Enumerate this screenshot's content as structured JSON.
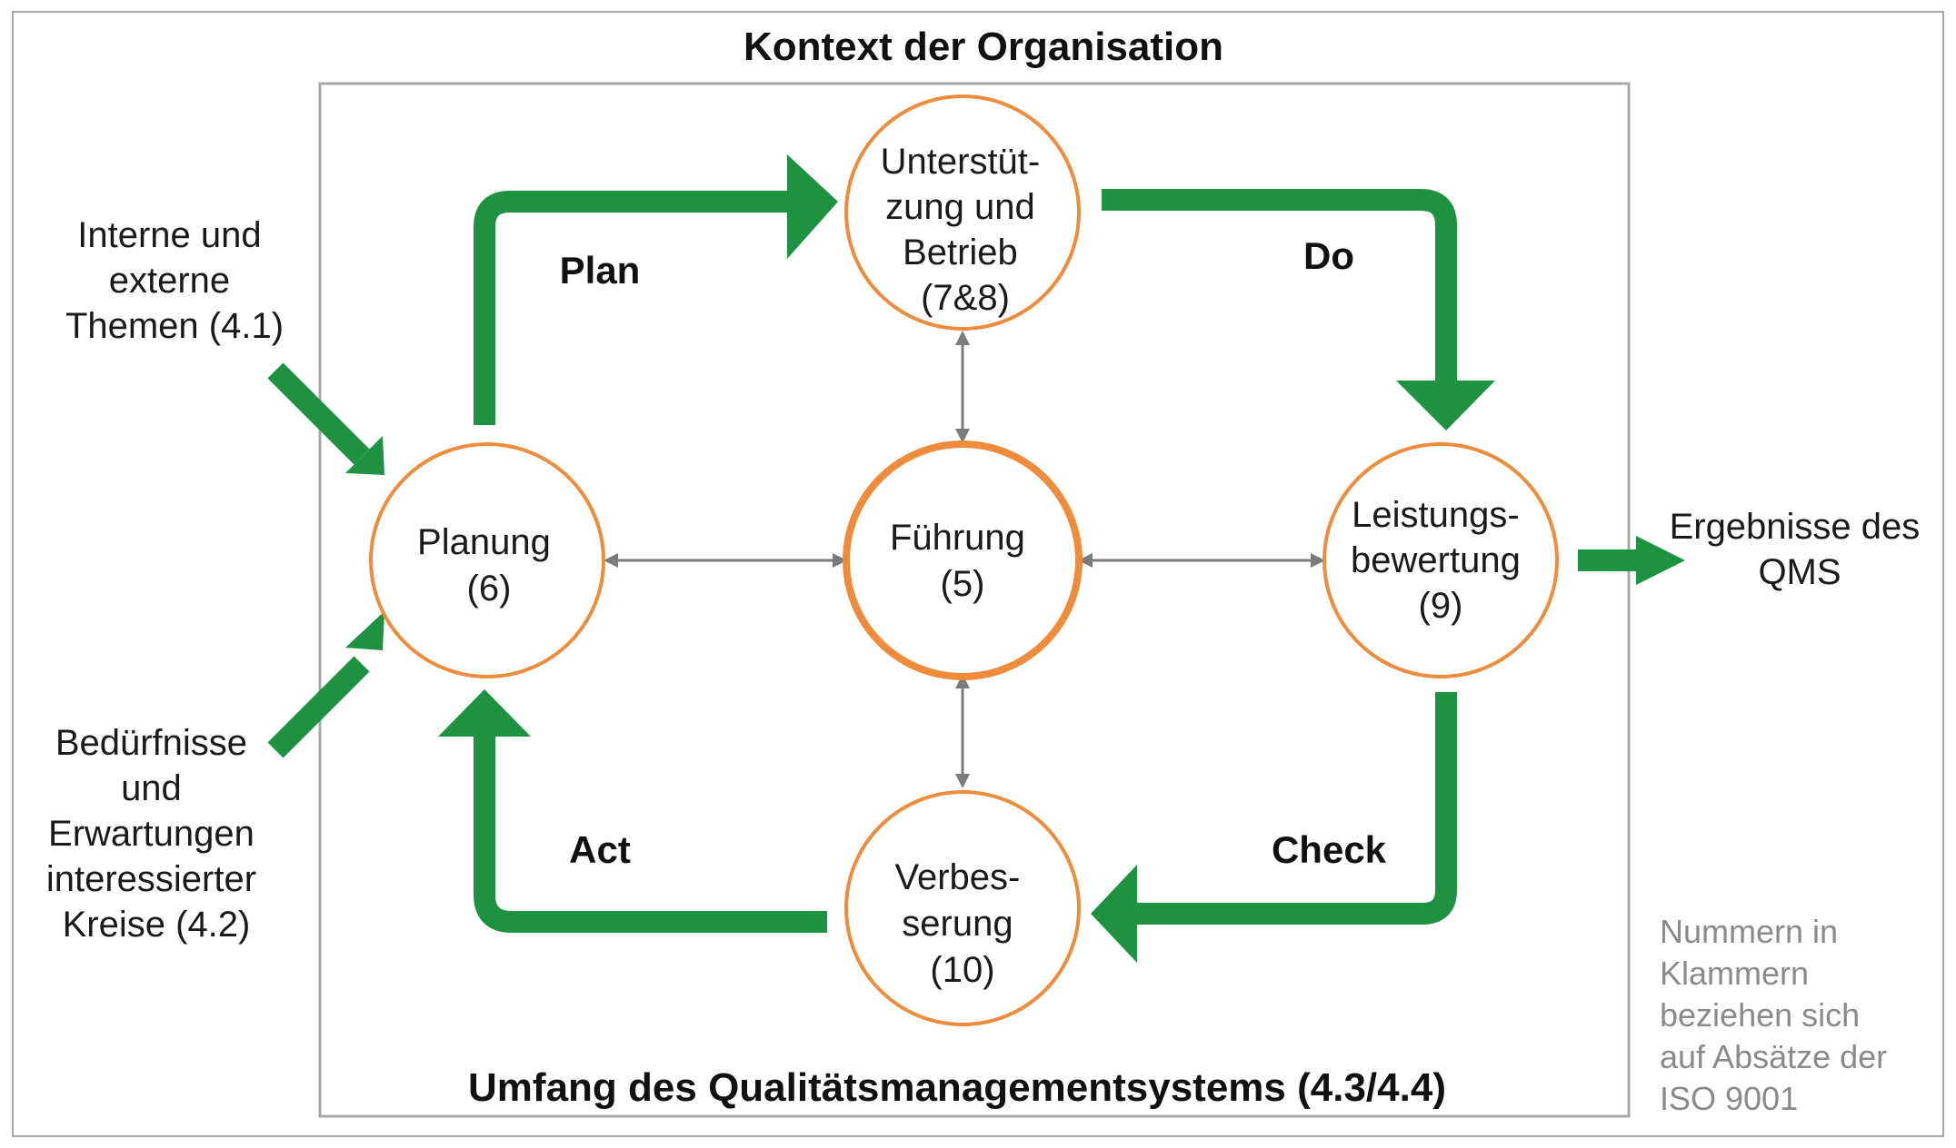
{
  "colors": {
    "green": "#1d9341",
    "orange": "#ef8c3b",
    "gray_connector": "#7b7b7b",
    "frame": "#a8a8a8",
    "note": "#8a8a8a"
  },
  "outer_title": "Kontext der Organisation",
  "scope_title": "Umfang des Qualitätsmanagementsystems (4.3/4.4)",
  "phases": {
    "plan": "Plan",
    "do": "Do",
    "check": "Check",
    "act": "Act"
  },
  "nodes": {
    "support": [
      "Unterstüt-",
      "zung und",
      "Betrieb",
      "(7&8)"
    ],
    "planning": [
      "Planung",
      "(6)"
    ],
    "leadership": [
      "Führung",
      "(5)"
    ],
    "evaluation": [
      "Leistungs-",
      "bewertung",
      "(9)"
    ],
    "improvement": [
      "Verbes-",
      "serung",
      "(10)"
    ]
  },
  "inputs": {
    "internal_external": [
      "Interne und",
      "externe",
      "Themen (4.1)"
    ],
    "needs": [
      "Bedürfnisse",
      "und",
      "Erwartungen",
      "interessierter",
      "Kreise (4.2)"
    ]
  },
  "output": [
    "Ergebnisse des",
    "QMS"
  ],
  "note": [
    "Nummern in",
    "Klammern",
    "beziehen sich",
    "auf Absätze der",
    "ISO 9001"
  ]
}
